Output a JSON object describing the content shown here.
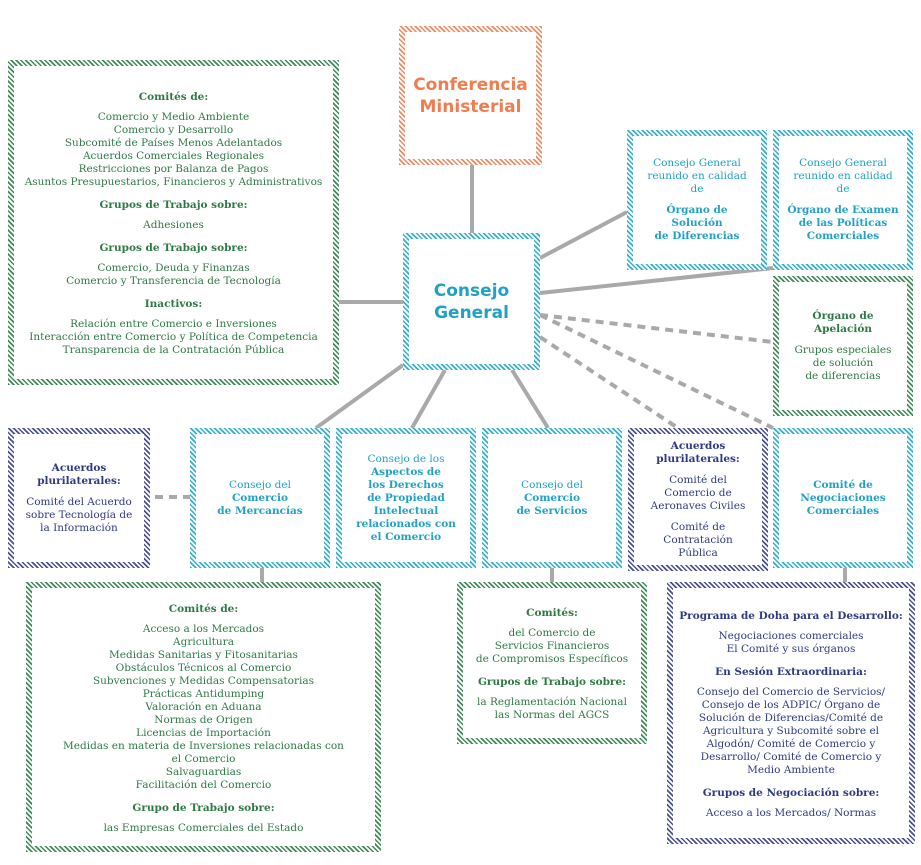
{
  "colors": {
    "green": "#2e7a45",
    "cyan": "#21a1c4",
    "orange": "#ef7d4f",
    "purple": "#2f3a82",
    "connector": "#a9a9a9"
  },
  "conferencia": {
    "line1": "Conferencia",
    "line2": "Ministerial"
  },
  "consejo_general": {
    "line1": "Consejo",
    "line2": "General"
  },
  "committees_box": {
    "heading1": "Comités de:",
    "items1": [
      "Comercio y Medio Ambiente",
      "Comercio y Desarrollo",
      "Subcomité de Países Menos Adelantados",
      "Acuerdos Comerciales Regionales",
      "Restricciones por Balanza de Pagos",
      "Asuntos Presupuestarios, Financieros y Administrativos"
    ],
    "heading2": "Grupos de Trabajo sobre:",
    "items2": [
      "Adhesiones"
    ],
    "heading3": "Grupos de Trabajo sobre:",
    "items3": [
      "Comercio, Deuda y Finanzas",
      "Comercio y Transferencia de Tecnología"
    ],
    "heading4": "Inactivos:",
    "items4": [
      "Relación entre Comercio e Inversiones",
      "Interacción entre Comercio y Política de Competencia",
      "Transparencia de la Contratación Pública"
    ]
  },
  "dsb_box": {
    "light": [
      "Consejo General",
      "reunido en calidad",
      "de"
    ],
    "bold": [
      "Órgano de Solución",
      "de Diferencias"
    ]
  },
  "tprb_box": {
    "light": [
      "Consejo General",
      "reunido en calidad",
      "de"
    ],
    "bold": [
      "Órgano de Examen",
      "de las Políticas",
      "Comerciales"
    ]
  },
  "appellate_box": {
    "bold": [
      "Órgano de",
      "Apelación"
    ],
    "light": [
      "Grupos especiales",
      "de solución",
      "de diferencias"
    ]
  },
  "plurilateral_left": {
    "bold": [
      "Acuerdos",
      "plurilaterales:"
    ],
    "light": [
      "Comité del Acuerdo",
      "sobre Tecnología de",
      "la Información"
    ]
  },
  "goods_council": {
    "light": [
      "Consejo del"
    ],
    "bold": [
      "Comercio",
      "de Mercancías"
    ]
  },
  "trips_council": {
    "light": [
      "Consejo de los"
    ],
    "bold": [
      "Aspectos de",
      "los Derechos",
      "de Propiedad",
      "Intelectual",
      "relacionados con",
      "el Comercio"
    ]
  },
  "services_council": {
    "light": [
      "Consejo del"
    ],
    "bold": [
      "Comercio",
      "de Servicios"
    ]
  },
  "plurilateral_mid": {
    "bold": [
      "Acuerdos",
      "plurilaterales:"
    ],
    "items1": [
      "Comité del",
      "Comercio de",
      "Aeronaves Civiles"
    ],
    "items2": [
      "Comité de",
      "Contratación",
      "Pública"
    ]
  },
  "tnc_box": {
    "bold": [
      "Comité de",
      "Negociaciones",
      "Comerciales"
    ]
  },
  "goods_committees": {
    "heading1": "Comités de:",
    "items": [
      "Acceso a los Mercados",
      "Agricultura",
      "Medidas Sanitarias y Fitosanitarias",
      "Obstáculos Técnicos al Comercio",
      "Subvenciones y Medidas Compensatorias",
      "Prácticas Antidumping",
      "Valoración en Aduana",
      "Normas de Origen",
      "Licencias de Importación",
      "Medidas en materia de Inversiones relacionadas con",
      "el Comercio",
      "Salvaguardias",
      "Facilitación del Comercio"
    ],
    "heading2": "Grupo de Trabajo sobre:",
    "items2": [
      "las Empresas Comerciales del Estado"
    ]
  },
  "services_committees": {
    "heading1": "Comités:",
    "items1": [
      "del Comercio de",
      "Servicios Financieros",
      "de Compromisos Específicos"
    ],
    "heading2": "Grupos de Trabajo sobre:",
    "items2": [
      "la Reglamentación Nacional",
      "las Normas del AGCS"
    ]
  },
  "doha_box": {
    "heading1": "Programa de Doha para el Desarrollo:",
    "items1": [
      "Negociaciones comerciales",
      "El Comité y sus órganos"
    ],
    "heading2": "En Sesión Extraordinaria:",
    "items2": [
      "Consejo del Comercio de Servicios/",
      "Consejo de los ADPIC/ Órgano de",
      "Solución de Diferencias/Comité de",
      "Agricultura y Subcomité sobre el",
      "Algodón/ Comité de Comercio y",
      "Desarrollo/ Comité de Comercio y",
      "Medio Ambiente"
    ],
    "heading3": "Grupos de Negociación sobre:",
    "items3": [
      "Acceso a los Mercados/ Normas"
    ]
  }
}
